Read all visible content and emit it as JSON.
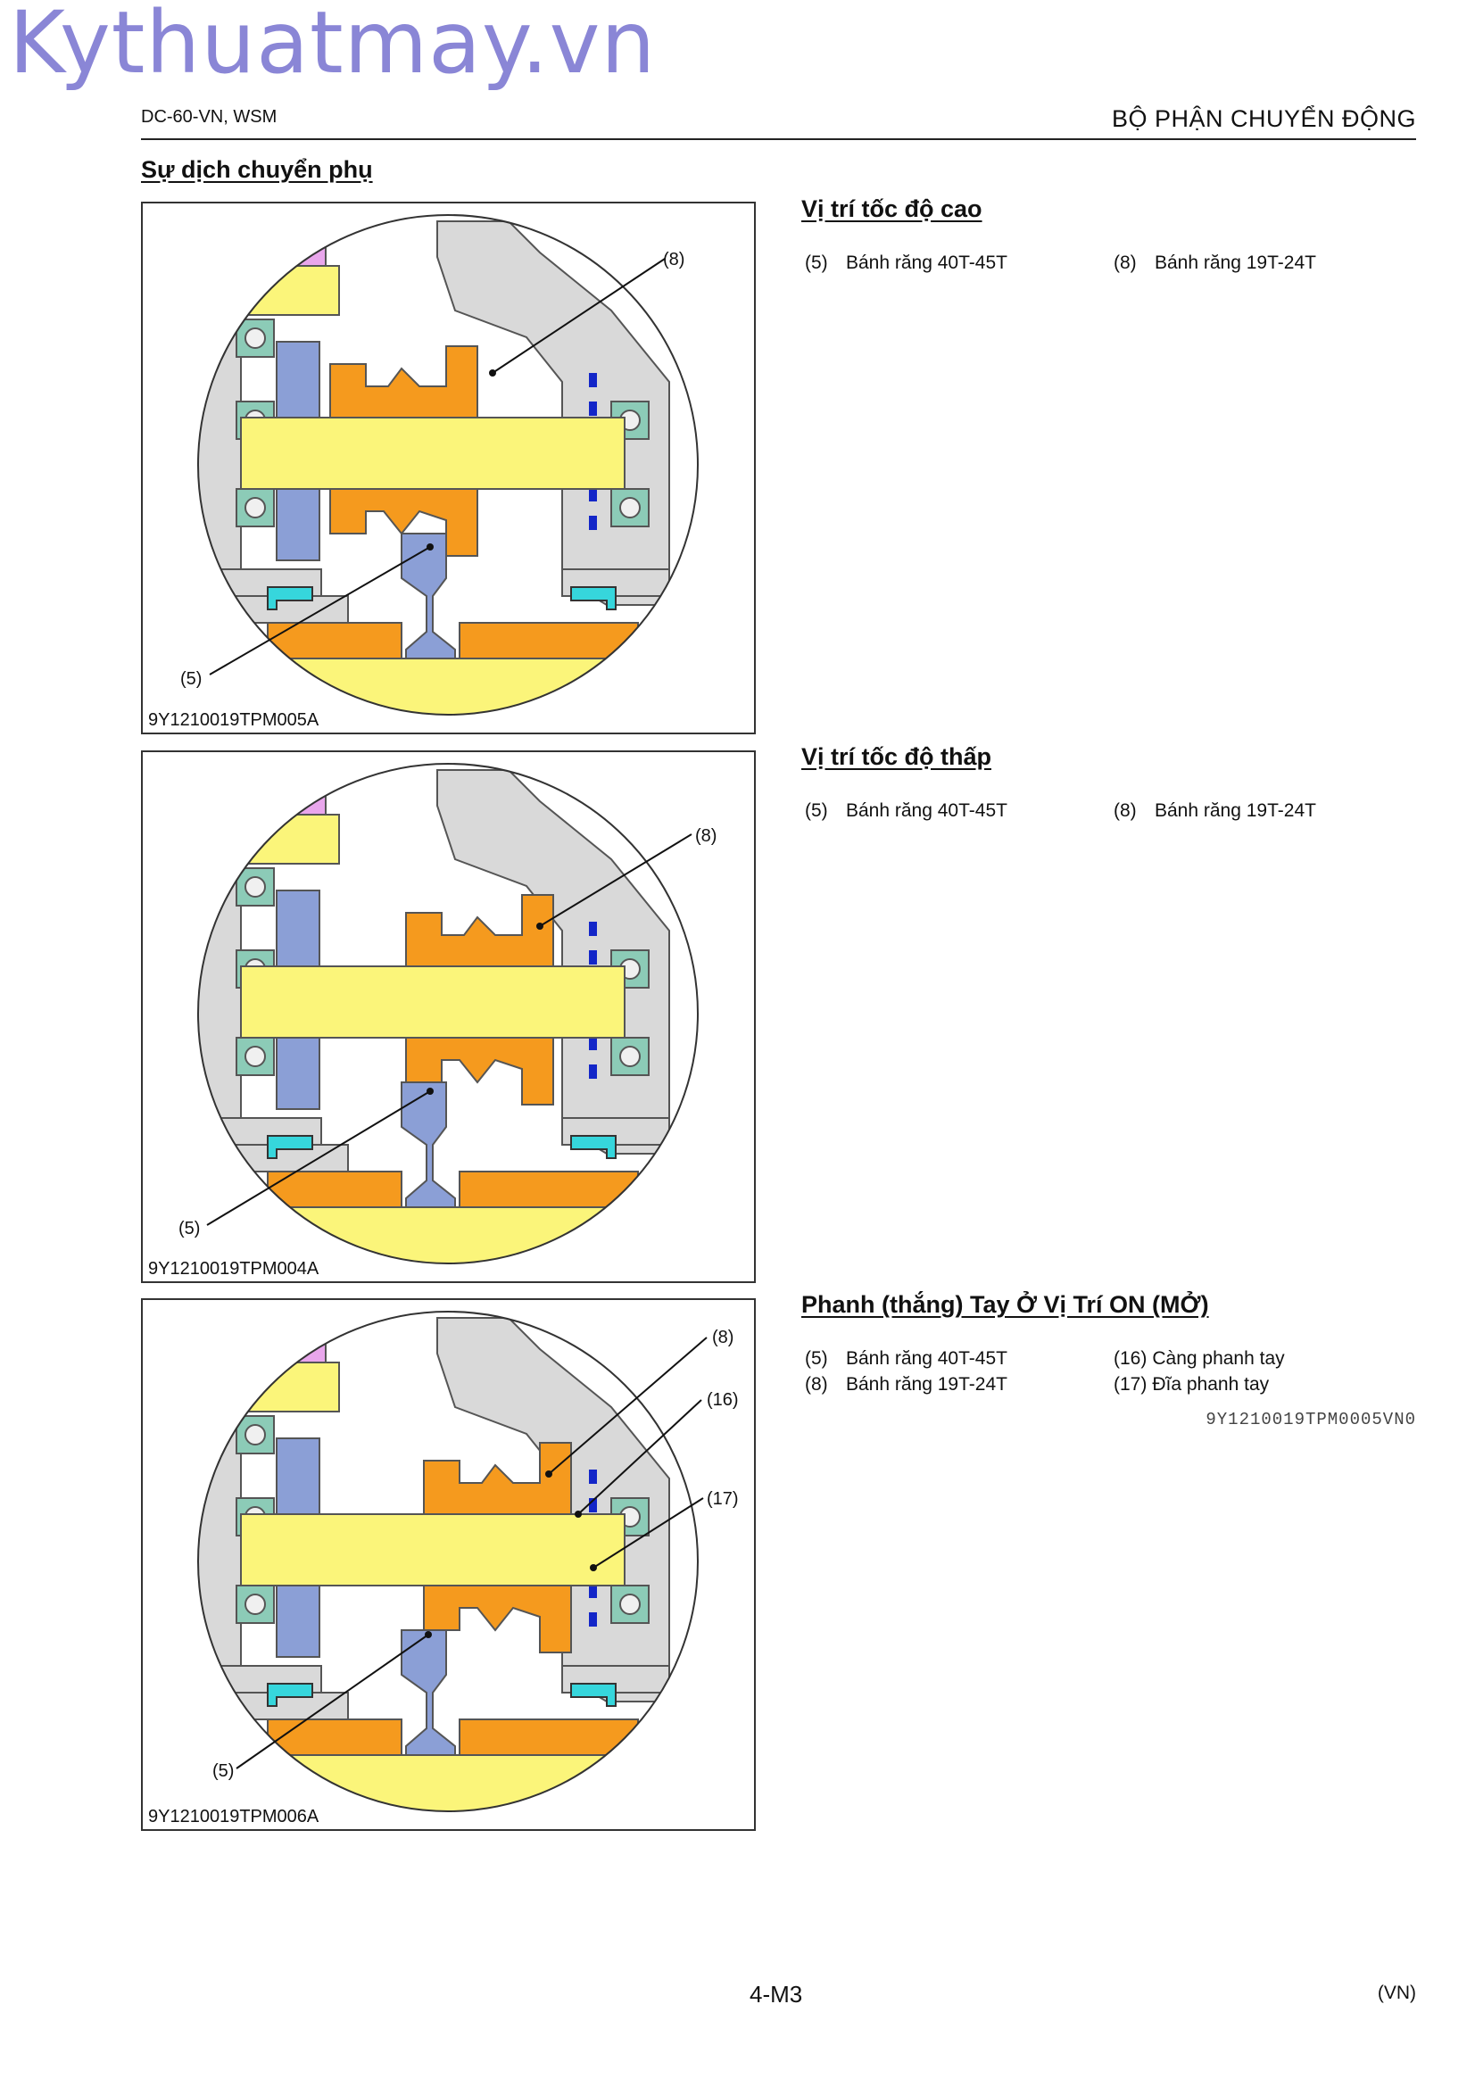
{
  "watermark": "Kythuatmay.vn",
  "header": {
    "left": "DC-60-VN, WSM",
    "right": "BỘ PHẬN CHUYỂN ĐỘNG"
  },
  "section_title": "Sự dịch chuyển phụ",
  "figures": [
    {
      "code": "9Y1210019TPM005A",
      "callouts": [
        "(8)",
        "(5)"
      ],
      "title": "Vị trí tốc độ cao",
      "legend_col1": [
        {
          "num": "(5)",
          "text": "Bánh răng 40T-45T"
        }
      ],
      "legend_col2": [
        {
          "num": "(8)",
          "text": "Bánh răng 19T-24T"
        }
      ]
    },
    {
      "code": "9Y1210019TPM004A",
      "callouts": [
        "(8)",
        "(5)"
      ],
      "title": "Vị trí tốc độ thấp",
      "legend_col1": [
        {
          "num": "(5)",
          "text": "Bánh răng 40T-45T"
        }
      ],
      "legend_col2": [
        {
          "num": "(8)",
          "text": "Bánh răng 19T-24T"
        }
      ]
    },
    {
      "code": "9Y1210019TPM006A",
      "callouts": [
        "(8)",
        "(16)",
        "(17)",
        "(5)"
      ],
      "title": "Phanh (thắng) Tay Ở Vị Trí ON (MỞ)",
      "legend_col1": [
        {
          "num": "(5)",
          "text": "Bánh răng 40T-45T"
        },
        {
          "num": "(8)",
          "text": "Bánh răng 19T-24T"
        }
      ],
      "legend_col2": [
        {
          "num": "(16)",
          "text": "Càng phanh tay"
        },
        {
          "num": "(17)",
          "text": "Đĩa phanh tay"
        }
      ]
    }
  ],
  "reference_code": "9Y1210019TPM0005VN0",
  "footer": {
    "page": "4-M3",
    "lang": "(VN)"
  },
  "colors": {
    "shaft_yellow": "#fbf57a",
    "gear_orange": "#f59a1e",
    "fork_blue": "#8b9fd6",
    "bearing_teal": "#8ccbb7",
    "housing_gray": "#d9d9d9",
    "pink": "#e9a6ec",
    "cyan": "#36d6dc",
    "dark_blue": "#1326c8"
  }
}
